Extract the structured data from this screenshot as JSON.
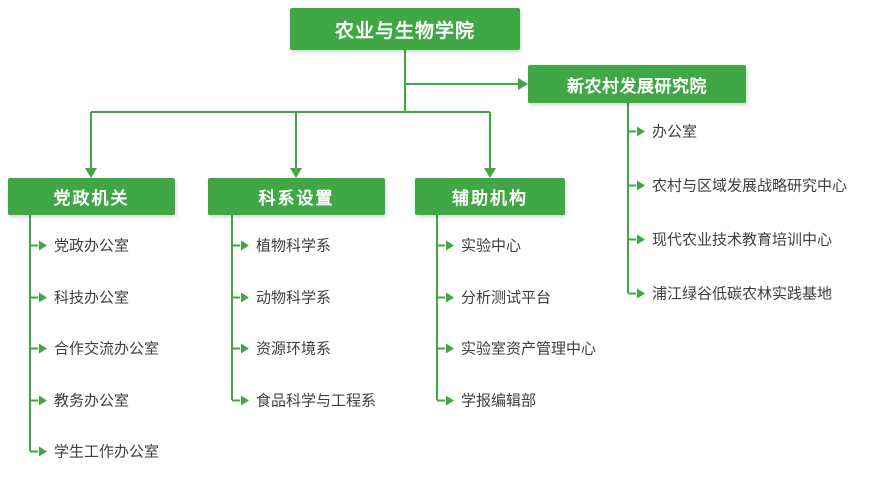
{
  "org_chart": {
    "root": {
      "label": "农业与生物学院"
    },
    "research_institute": {
      "label": "新农村发展研究院",
      "items": [
        "办公室",
        "农村与区域发展战略研究中心",
        "现代农业技术教育培训中心",
        "浦江绿谷低碳农林实践基地"
      ]
    },
    "branches": [
      {
        "label": "党政机关",
        "items": [
          "党政办公室",
          "科技办公室",
          "合作交流办公室",
          "教务办公室",
          "学生工作办公室"
        ]
      },
      {
        "label": "科系设置",
        "items": [
          "植物科学系",
          "动物科学系",
          "资源环境系",
          "食品科学与工程系"
        ]
      },
      {
        "label": "辅助机构",
        "items": [
          "实验中心",
          "分析测试平台",
          "实验室资产管理中心",
          "学报编辑部"
        ]
      }
    ],
    "colors": {
      "accent_green": "#3fa845",
      "item_text": "#3f3f3f",
      "box_text": "#ffffff",
      "background": "#ffffff"
    }
  }
}
